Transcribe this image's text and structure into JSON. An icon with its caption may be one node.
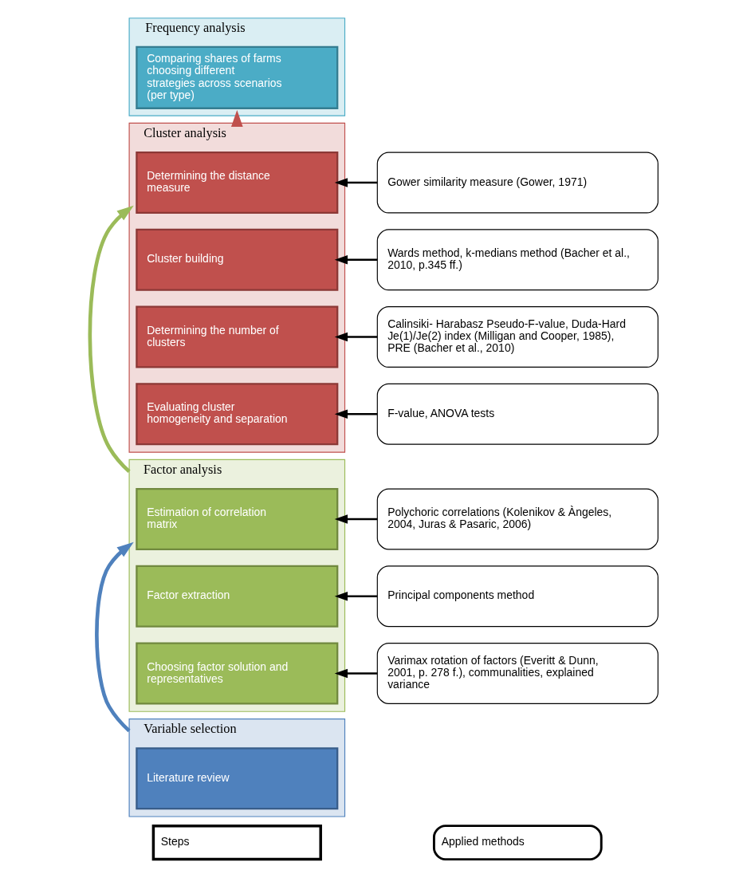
{
  "diagram": {
    "nodes": [
      {
        "text": [
          "Steps"
        ]
      },
      {
        "text": [
          "Applied methods"
        ]
      },
      {
        "text": [
          "Variable selection"
        ]
      },
      {
        "text": [
          "Literature review"
        ],
        "in": 2
      },
      {
        "text": [
          "Factor analysis"
        ]
      },
      {
        "text": [
          "Estimation of correlation matrix"
        ],
        "in": 4
      },
      {
        "text": [
          "Factor extraction"
        ],
        "in": 4
      },
      {
        "text": [
          "Choosing factor solution and representatives"
        ],
        "in": 4
      },
      {
        "text": [
          "Cluster analysis"
        ]
      },
      {
        "text": [
          "Determining the distance measure"
        ],
        "in": 8
      },
      {
        "text": [
          "Cluster building"
        ],
        "in": 8
      },
      {
        "text": [
          "Determining the number of clusters"
        ],
        "in": 8
      },
      {
        "text": [
          "Evaluating cluster homogeneity and separation"
        ],
        "in": 8
      },
      {
        "text": [
          "Frequency analysis"
        ]
      },
      {
        "text": [
          "Comparing shares of farms choosing different strategies across scenarios (per type)"
        ],
        "in": 13
      },
      {
        "text": [
          "Polychoric correlations (Kolenikov & Àngeles, 2004, Juras & Pasaric, 2006)"
        ]
      },
      {
        "text": [
          "Principal components method"
        ]
      },
      {
        "text": [
          "Varimax rotation of factors (Everitt & Dunn, 2001, p. 278 f.), communalities, explained variance"
        ]
      },
      {
        "text": [
          "Gower similarity measure (Gower, 1971)"
        ]
      },
      {
        "text": [
          "Wards method, k-medians method (Bacher et al., 2010, p.345 ff.)"
        ]
      },
      {
        "text": [
          "Calinsiki- Harabasz Pseudo-F-value, Duda-Hard Je(1)/Je(2) index (Milligan and Cooper, 1985), PRE (Bacher et al., 2010)"
        ]
      },
      {
        "text": [
          "F-value, ANOVA tests"
        ]
      }
    ],
    "edges": [
      {
        "from": 2,
        "to": 4,
        "arrow": "to",
        "style": "thick",
        "color": "#4f81bd"
      },
      {
        "from": 4,
        "to": 8,
        "arrow": "to",
        "style": "thick",
        "color": "#9bbb59"
      },
      {
        "from": 8,
        "to": 13,
        "arrow": "to",
        "style": "thick",
        "color": "#c0504d"
      },
      {
        "from": 15,
        "to": 5,
        "arrow": "to"
      },
      {
        "from": 16,
        "to": 6,
        "arrow": "to"
      },
      {
        "from": 17,
        "to": 7,
        "arrow": "to"
      },
      {
        "from": 18,
        "to": 9,
        "arrow": "to"
      },
      {
        "from": 19,
        "to": 10,
        "arrow": "to"
      },
      {
        "from": 20,
        "to": 11,
        "arrow": "to"
      },
      {
        "from": 21,
        "to": 12,
        "arrow": "to"
      }
    ]
  }
}
